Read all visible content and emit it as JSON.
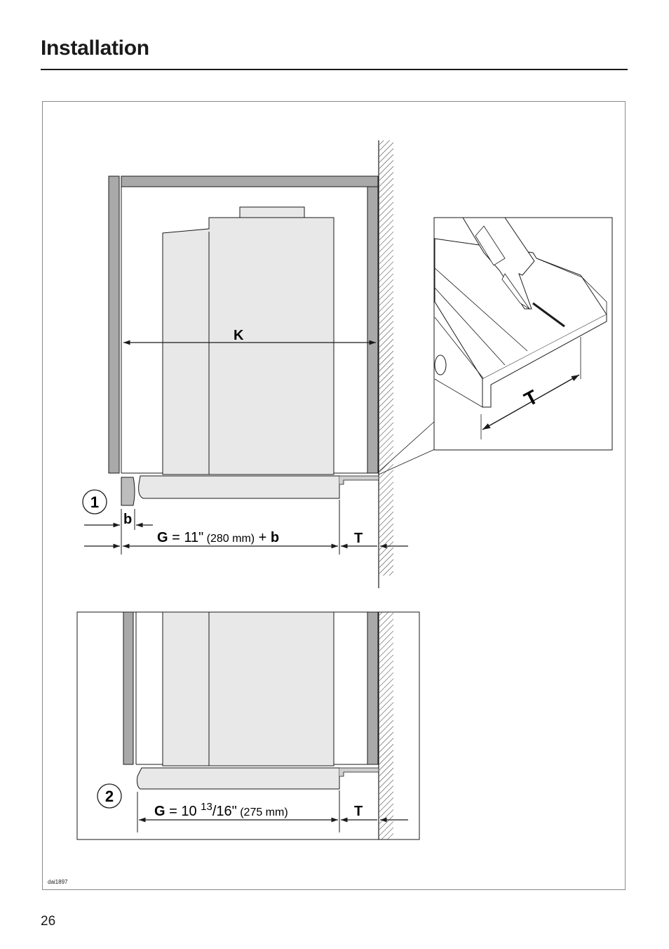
{
  "page": {
    "heading": "Installation",
    "page_number": "26",
    "figure_code": "dai1897"
  },
  "diagram_top": {
    "step_number": "1",
    "width_label": "K",
    "gap_label": "b",
    "formula": {
      "var": "G",
      "equals": " = 11\"",
      "metric": " (280 mm)",
      "plus": " + ",
      "var_b": "b"
    },
    "t_label": "T"
  },
  "detail_inset": {
    "t_label": "T"
  },
  "diagram_bottom": {
    "step_number": "2",
    "formula": {
      "var": "G",
      "equals": " = 10 ",
      "sup": "13",
      "frac_rest": "/16\"",
      "metric": " (275 mm)"
    },
    "t_label": "T"
  },
  "colors": {
    "panel_gray": "#a9a9a9",
    "appliance_fill": "#e8e8e8",
    "line": "#1a1a1a"
  }
}
